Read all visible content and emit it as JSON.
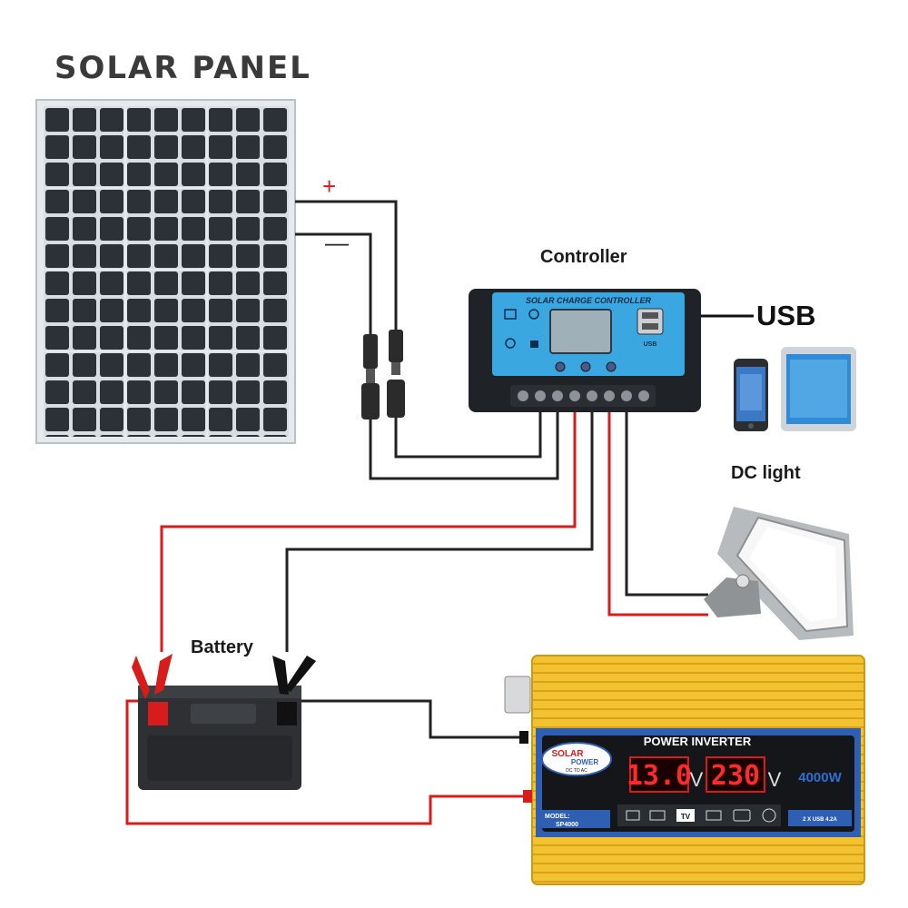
{
  "title": "SOLAR PANEL",
  "labels": {
    "controller": "Controller",
    "usb": "USB",
    "dc_light": "DC light",
    "battery": "Battery",
    "plus": "+",
    "minus": "—"
  },
  "controller": {
    "header": "SOLAR CHARGE CONTROLLER",
    "usb_badge": "USB"
  },
  "inverter": {
    "header": "POWER INVERTER",
    "brand_top": "SOLAR",
    "brand_bottom": "POWER",
    "brand_sub": "DC TO AC",
    "input_reading": "13.0",
    "input_unit": "V",
    "output_reading": "230",
    "output_unit": "V",
    "rating": "4000W",
    "model_label": "MODEL:",
    "model_value": "SP4000",
    "usb_note": "2 X USB 4.2A",
    "tv_label": "TV"
  },
  "colors": {
    "positive_wire": "#d81b1b",
    "negative_wire": "#222222",
    "controller_face": "#3aa7e0",
    "inverter_body": "#f2c230"
  }
}
